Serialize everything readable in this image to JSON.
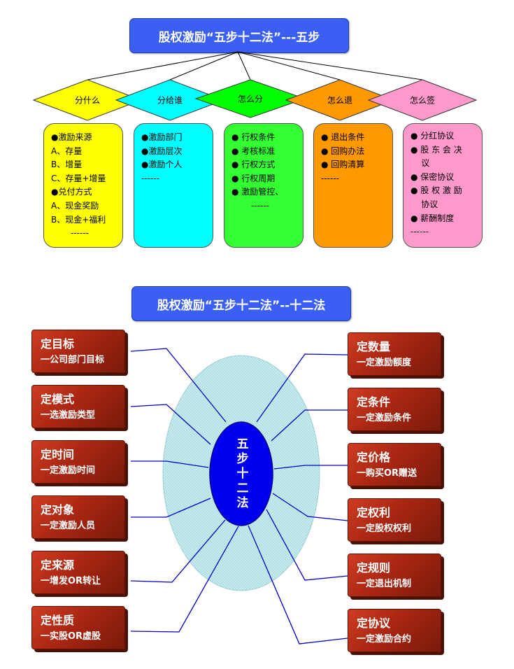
{
  "colors": {
    "title_bg": "#3a5ff2",
    "diamond_1": "#ffff00",
    "diamond_2": "#00ffff",
    "diamond_3": "#00ff00",
    "diamond_4": "#ff9900",
    "diamond_5": "#ff99cc",
    "box_1": "#ffff00",
    "box_2": "#00ffff",
    "box_3": "#33ff33",
    "box_4": "#ff9900",
    "box_5": "#ff99cc",
    "law_box": "#a82612",
    "center_oval": "#0000ee",
    "outer_oval": "#bfe6ea"
  },
  "top": {
    "title": "股权激励“五步十二法”---五步",
    "steps": [
      {
        "diamond": "分什么",
        "lines": [
          "●激励来源",
          "A、存量",
          "B、增量",
          "C、存量+增量",
          "●兑付方式",
          "A、现金奖励",
          "B、现金+福利"
        ],
        "tail": "------"
      },
      {
        "diamond": "分给谁",
        "lines": [
          "●激励部门",
          "●激励层次",
          "●激励个人",
          "------"
        ],
        "tail": ""
      },
      {
        "diamond": "怎么分",
        "lines": [
          "●  行权条件",
          "●  考核标准",
          "●  行权方式",
          "●  行权周期",
          "●  激励管控、"
        ],
        "tail": "------"
      },
      {
        "diamond": "怎么退",
        "lines": [
          "●  退出条件",
          "●  回购办法",
          "●  回购清算",
          "------"
        ],
        "tail": ""
      },
      {
        "diamond": "怎么签",
        "lines": [
          "●  分红协议",
          "●  股 东 会 决",
          "    议",
          "●  保密协议",
          "●  股 权 激 励",
          "    协议",
          "●  薪酬制度",
          "------"
        ],
        "tail": ""
      }
    ]
  },
  "bottom": {
    "title": "股权激励“五步十二法”--十二法",
    "center": "五步十二法",
    "left_laws": [
      {
        "title": "定目标",
        "sub": "一公司部门目标"
      },
      {
        "title": "定模式",
        "sub": "一选激励类型"
      },
      {
        "title": "定时间",
        "sub": "一定激励时间"
      },
      {
        "title": "定对象",
        "sub": "一定激励人员"
      },
      {
        "title": "定来源",
        "sub": "一增发OR转让"
      },
      {
        "title": "定性质",
        "sub": "一实股OR虚股"
      }
    ],
    "right_laws": [
      {
        "title": "定数量",
        "sub": "一定激励额度"
      },
      {
        "title": "定条件",
        "sub": "一定激励条件"
      },
      {
        "title": "定价格",
        "sub": "一购买OR赠送"
      },
      {
        "title": "定权利",
        "sub": "一定股权权利"
      },
      {
        "title": "定规则",
        "sub": "一定退出机制"
      },
      {
        "title": "定协议",
        "sub": "一定激励合约"
      }
    ]
  }
}
